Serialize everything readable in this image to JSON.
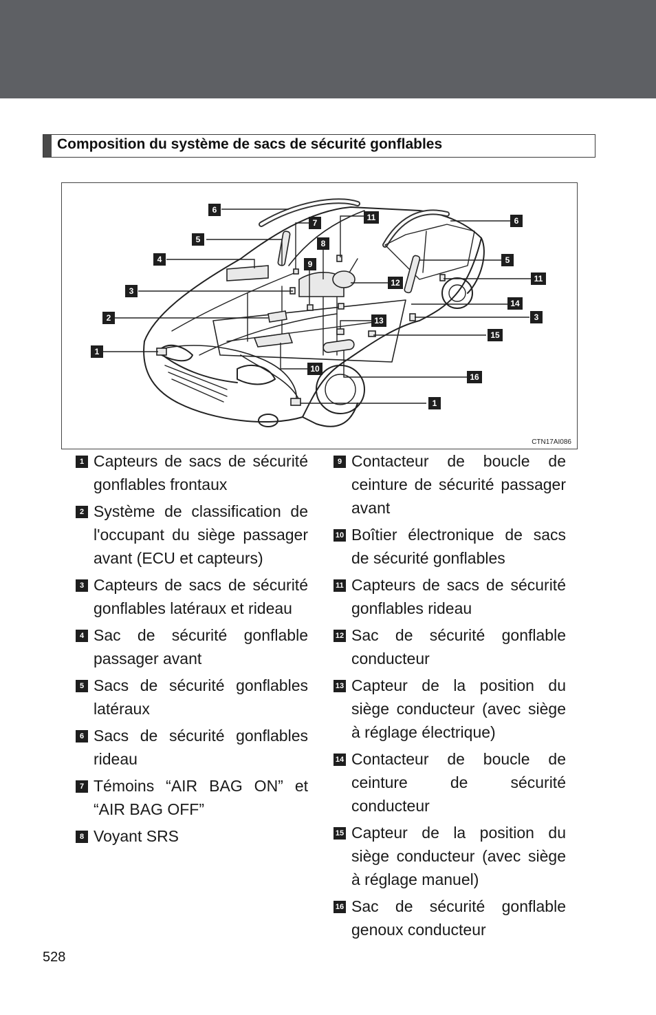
{
  "section": {
    "title": "Composition du système de sacs de sécurité gonflables"
  },
  "figure": {
    "code": "CTN17AI086",
    "callouts": [
      "6",
      "7",
      "11",
      "6",
      "5",
      "8",
      "9",
      "5",
      "4",
      "12",
      "11",
      "3",
      "14",
      "3",
      "2",
      "13",
      "15",
      "1",
      "10",
      "16",
      "1"
    ]
  },
  "legend": {
    "left": [
      {
        "num": "1",
        "text": "Capteurs de sacs de sécurité gonflables frontaux"
      },
      {
        "num": "2",
        "text": "Système de classification de l'occupant du siège passager avant (ECU et capteurs)"
      },
      {
        "num": "3",
        "text": "Capteurs de sacs de sécurité gonflables latéraux et rideau"
      },
      {
        "num": "4",
        "text": "Sac de sécurité gonflable passager avant"
      },
      {
        "num": "5",
        "text": "Sacs de sécurité gonflables latéraux"
      },
      {
        "num": "6",
        "text": "Sacs de sécurité gonflables rideau"
      },
      {
        "num": "7",
        "text": "Témoins “AIR BAG ON” et “AIR BAG OFF”"
      },
      {
        "num": "8",
        "text": "Voyant SRS"
      }
    ],
    "right": [
      {
        "num": "9",
        "text": "Contacteur de boucle de ceinture de sécurité passager avant"
      },
      {
        "num": "10",
        "text": "Boîtier électronique de sacs de sécurité gonflables"
      },
      {
        "num": "11",
        "text": "Capteurs de sacs de sécurité gonflables rideau"
      },
      {
        "num": "12",
        "text": "Sac de sécurité gonflable conducteur"
      },
      {
        "num": "13",
        "text": "Capteur de la position du siège conducteur (avec siège à réglage électrique)"
      },
      {
        "num": "14",
        "text": "Contacteur de boucle de ceinture de sécurité conducteur"
      },
      {
        "num": "15",
        "text": "Capteur de la position du siège conducteur (avec siège à réglage manuel)"
      },
      {
        "num": "16",
        "text": "Sac de sécurité gonflable genoux conducteur"
      }
    ]
  },
  "page": {
    "number": "528"
  }
}
